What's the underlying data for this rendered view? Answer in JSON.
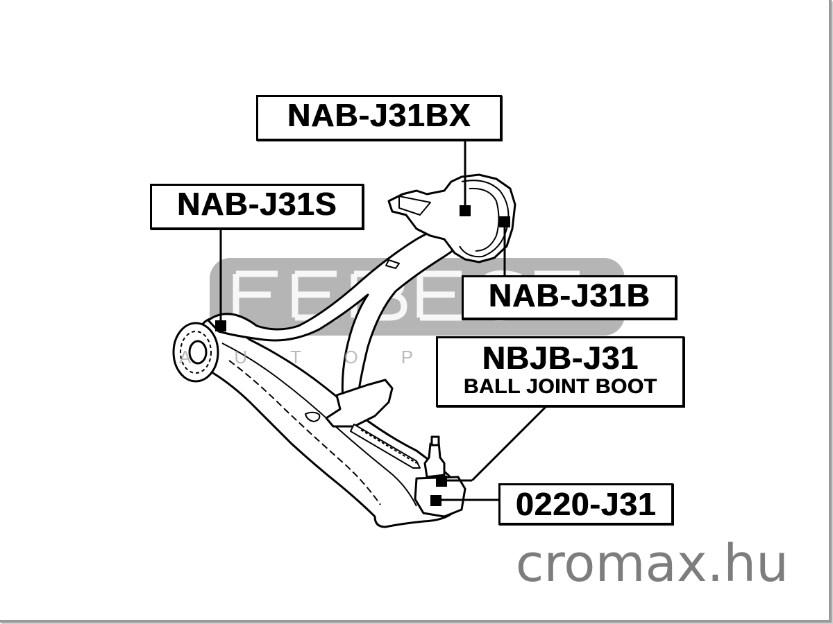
{
  "watermark": {
    "brand": "FEBEST",
    "tagline": "AUTOPARTS"
  },
  "callouts": {
    "nab_j31bx": "NAB-J31BX",
    "nab_j31s": "NAB-J31S",
    "nab_j31b": "NAB-J31B",
    "nbjb_j31": "NBJB-J31",
    "nbjb_j31_desc": "BALL JOINT BOOT",
    "p0220_j31": "0220-J31"
  },
  "site": "cromax.hu",
  "colors": {
    "ink": "#000000",
    "watermark": "#8a8a8a",
    "site_text": "#7d7d7d",
    "background": "#ffffff"
  }
}
